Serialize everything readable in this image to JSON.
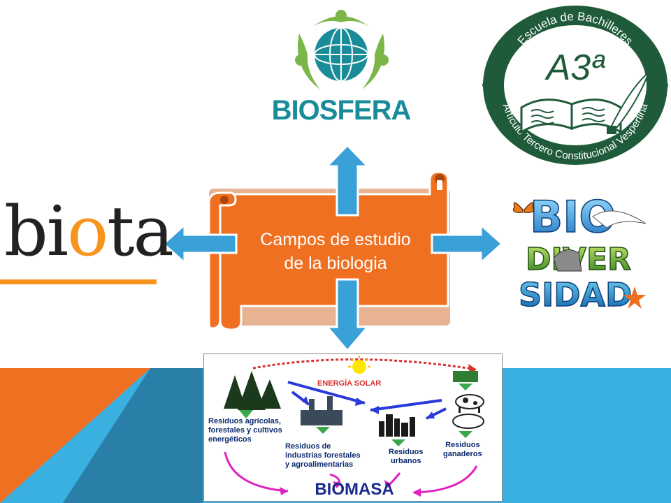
{
  "slide": {
    "center_title_line1": "Campos de estudio",
    "center_title_line2": "de la biologia"
  },
  "biosfera": {
    "label": "BIOSFERA"
  },
  "escuela": {
    "top_text": "Escuela de Bachilleres",
    "bottom_text": "Artículo Tercero Constitucional Vespertina",
    "monogram": "A3ª"
  },
  "biota": {
    "prefix": "bi",
    "highlight": "o",
    "suffix": "ta"
  },
  "biodiversidad": {
    "line1": "BIO",
    "line2": "DIVER",
    "line3": "SIDAD"
  },
  "biomasa": {
    "energia_solar": "ENERGÍA SOLAR",
    "residuos_agricolas": [
      "Residuos agrícolas,",
      "forestales y cultivos",
      "energéticos"
    ],
    "residuos_industrias": [
      "Residuos de",
      "industrias forestales",
      "y agroalimentarias"
    ],
    "residuos_urbanos": [
      "Residuos",
      "urbanos"
    ],
    "residuos_ganaderos": [
      "Residuos",
      "ganaderos"
    ],
    "title": "BIOMASA"
  },
  "colors": {
    "orange": "#f07022",
    "blue": "#3aa0d8",
    "teal": "#1f8e9a",
    "green": "#7ab648",
    "dark_green": "#1f5b3a"
  }
}
